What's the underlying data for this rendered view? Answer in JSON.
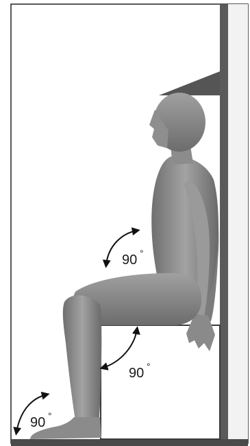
{
  "figure": {
    "angles": [
      {
        "id": "hip",
        "value": "90",
        "unit": "°"
      },
      {
        "id": "knee",
        "value": "90",
        "unit": "°"
      },
      {
        "id": "ankle",
        "value": "90",
        "unit": "°"
      }
    ]
  },
  "colors": {
    "background": "#ffffff",
    "wall": "#5a5a5a",
    "figure": "#8f8f8f",
    "seat_outline": "#3a3a3a",
    "floor": "#4a4a4a",
    "arrow": "#111111"
  }
}
